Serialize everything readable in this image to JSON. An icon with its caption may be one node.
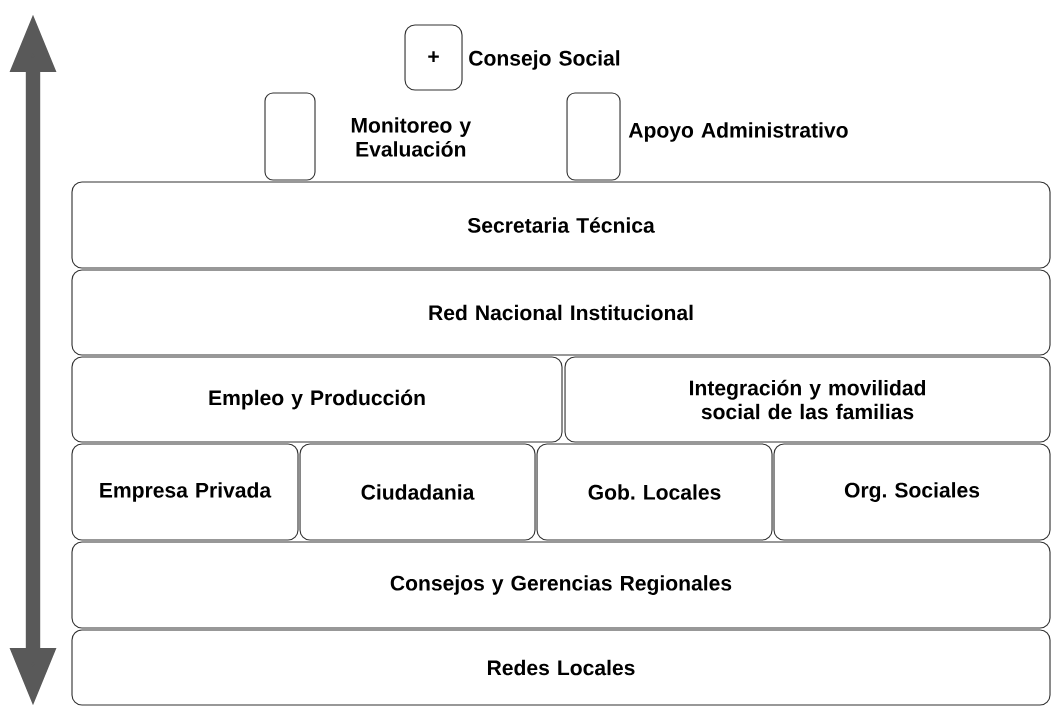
{
  "diagram": {
    "nodes": [
      {
        "text": [
          "+"
        ],
        "beside": [
          "Consejo Social"
        ]
      },
      {
        "text": [],
        "shape": "box",
        "beside": [
          "Monitoreo y Evaluación"
        ]
      },
      {
        "text": [],
        "shape": "box",
        "beside": [
          "Apoyo Administrativo"
        ]
      },
      {
        "text": [
          "Secretaria Técnica"
        ]
      },
      {
        "text": [
          "Red Nacional Institucional"
        ]
      },
      {
        "text": [
          "Empleo y Producción"
        ]
      },
      {
        "text": [
          "Integración y movilidad social de las familias"
        ]
      },
      {
        "text": [
          "Empresa Privada"
        ]
      },
      {
        "text": [
          "Ciudadania"
        ]
      },
      {
        "text": [
          "Gob. Locales"
        ]
      },
      {
        "text": [
          "Org. Sociales"
        ]
      },
      {
        "text": [
          "Consejos y Gerencias Regionales"
        ]
      },
      {
        "text": [
          "Redes Locales"
        ]
      }
    ]
  }
}
